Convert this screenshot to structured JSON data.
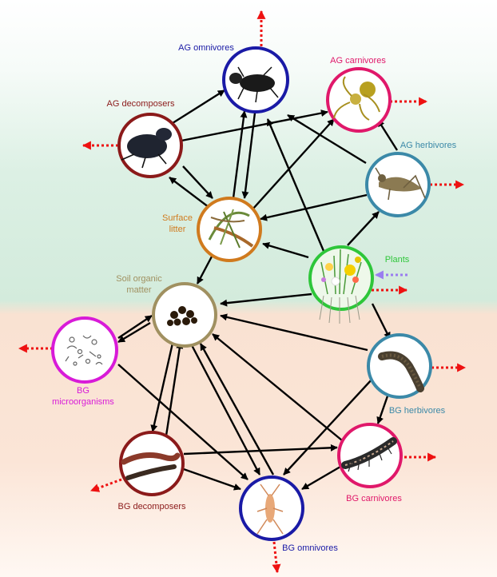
{
  "nodes": {
    "ag_omnivores": {
      "label": "AG omnivores",
      "color": "#1a1aa6"
    },
    "ag_carnivores": {
      "label": "AG carnivores",
      "color": "#e0186a"
    },
    "ag_decomposers": {
      "label": "AG decomposers",
      "color": "#8b1a1a"
    },
    "ag_herbivores": {
      "label": "AG herbivores",
      "color": "#3b89a8"
    },
    "surface_litter": {
      "label_line1": "Surface",
      "label_line2": "litter",
      "color": "#d07a1e"
    },
    "plants": {
      "label": "Plants",
      "color": "#2ec63a"
    },
    "soil_organic_matter": {
      "label_line1": "Soil organic",
      "label_line2": "matter",
      "color": "#a09060"
    },
    "bg_microorganisms": {
      "label_line1": "BG",
      "label_line2": "microorganisms",
      "color": "#d81ad8"
    },
    "bg_herbivores": {
      "label": "BG herbivores",
      "color": "#3b89a8"
    },
    "bg_decomposers": {
      "label": "BG decomposers",
      "color": "#8b1a1a"
    },
    "bg_carnivores": {
      "label": "BG carnivores",
      "color": "#e0186a"
    },
    "bg_omnivores": {
      "label": "BG omnivores",
      "color": "#1a1aa6"
    }
  },
  "colors": {
    "flow_arrow": "#000000",
    "loss_arrow": "#ee1111",
    "input_arrow": "#9a7cf0",
    "above_ground_bg": "#dff1e7",
    "below_ground_bg": "#fae3d4"
  }
}
